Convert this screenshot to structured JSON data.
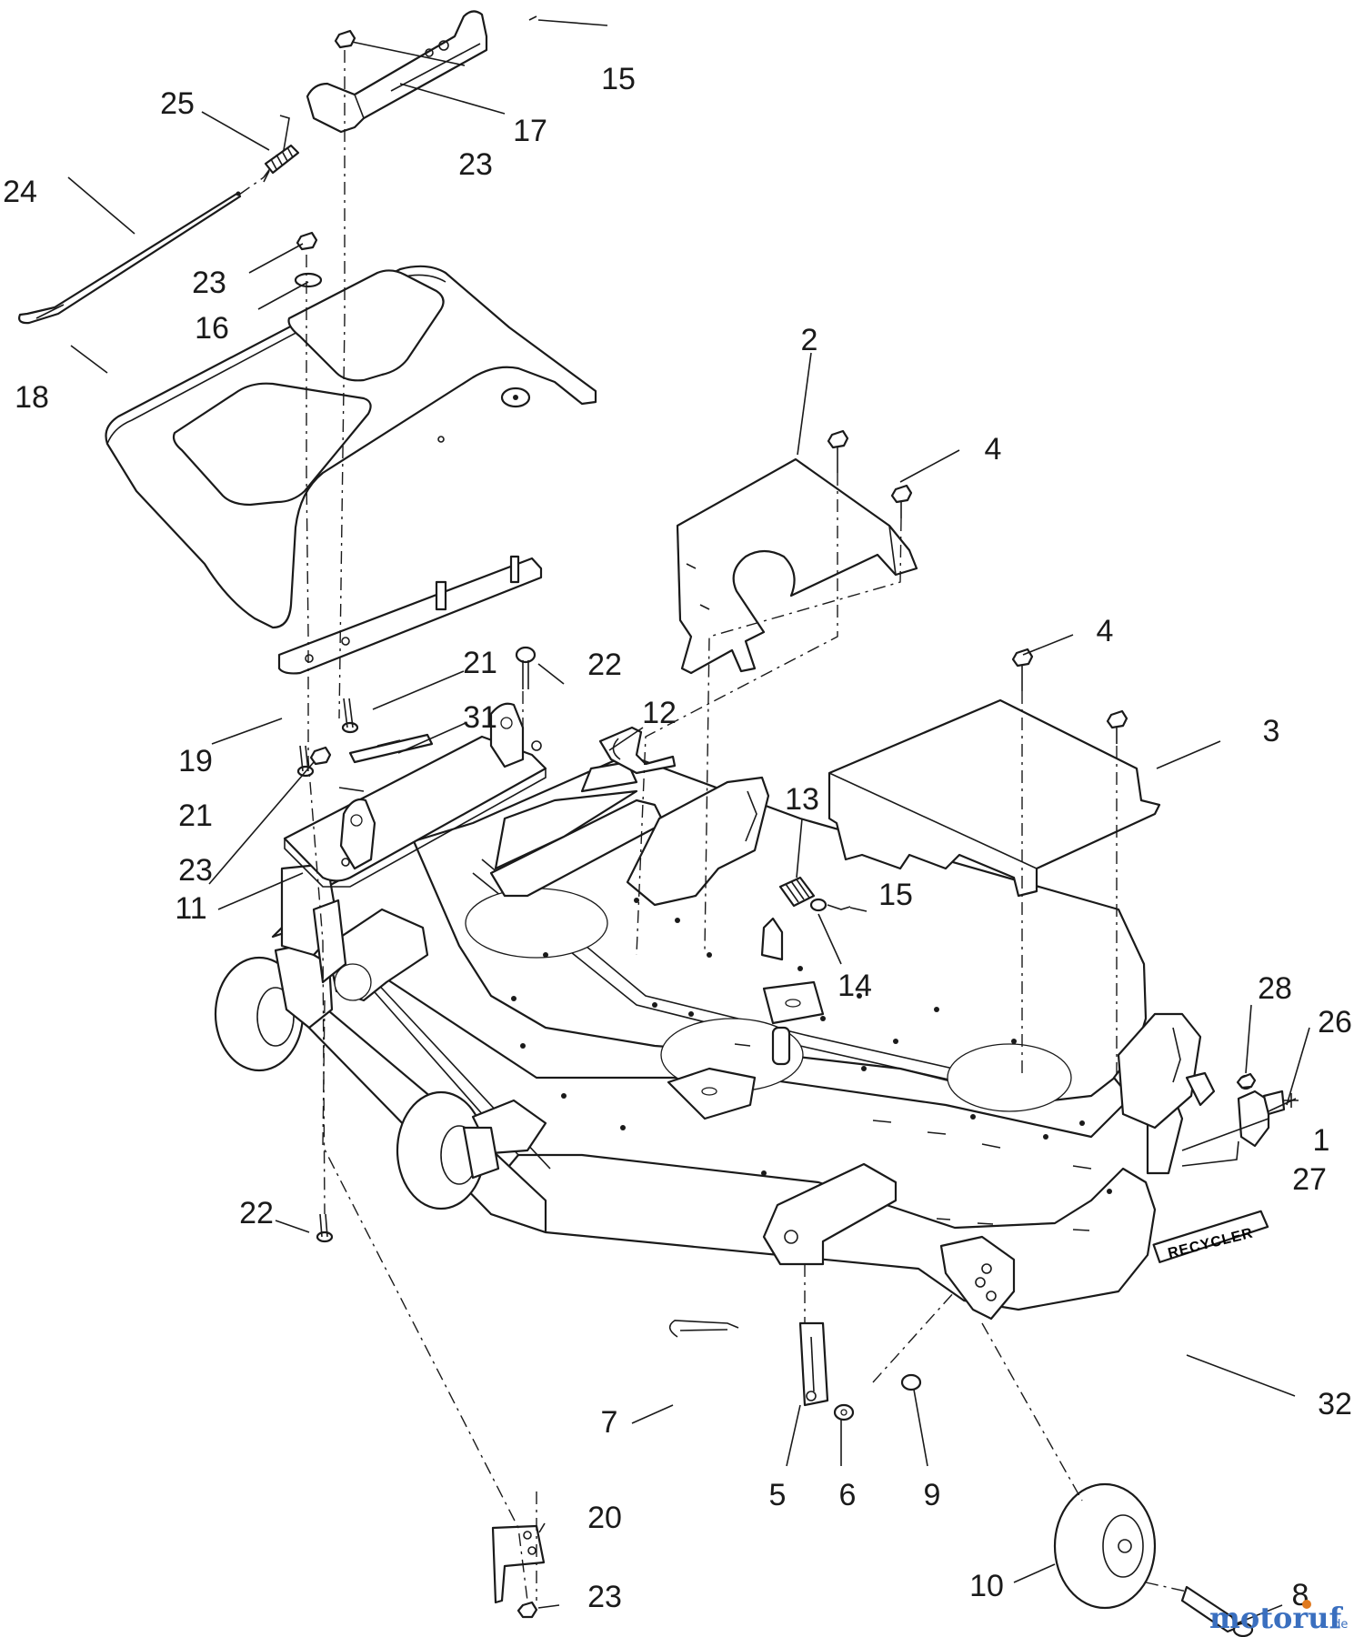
{
  "labels": [
    {
      "id": "1",
      "text": "1"
    },
    {
      "id": "2",
      "text": "2"
    },
    {
      "id": "3",
      "text": "3"
    },
    {
      "id": "4a",
      "text": "4"
    },
    {
      "id": "4b",
      "text": "4"
    },
    {
      "id": "5",
      "text": "5"
    },
    {
      "id": "6",
      "text": "6"
    },
    {
      "id": "7",
      "text": "7"
    },
    {
      "id": "8",
      "text": "8"
    },
    {
      "id": "9",
      "text": "9"
    },
    {
      "id": "10",
      "text": "10"
    },
    {
      "id": "11",
      "text": "11"
    },
    {
      "id": "12",
      "text": "12"
    },
    {
      "id": "13",
      "text": "13"
    },
    {
      "id": "14",
      "text": "14"
    },
    {
      "id": "15a",
      "text": "15"
    },
    {
      "id": "15b",
      "text": "15"
    },
    {
      "id": "16",
      "text": "16"
    },
    {
      "id": "17",
      "text": "17"
    },
    {
      "id": "18",
      "text": "18"
    },
    {
      "id": "19",
      "text": "19"
    },
    {
      "id": "20",
      "text": "20"
    },
    {
      "id": "21a",
      "text": "21"
    },
    {
      "id": "21b",
      "text": "21"
    },
    {
      "id": "22a",
      "text": "22"
    },
    {
      "id": "22b",
      "text": "22"
    },
    {
      "id": "23a",
      "text": "23"
    },
    {
      "id": "23b",
      "text": "23"
    },
    {
      "id": "23c",
      "text": "23"
    },
    {
      "id": "23d",
      "text": "23"
    },
    {
      "id": "24",
      "text": "24"
    },
    {
      "id": "25",
      "text": "25"
    },
    {
      "id": "26",
      "text": "26"
    },
    {
      "id": "27",
      "text": "27"
    },
    {
      "id": "28",
      "text": "28"
    },
    {
      "id": "31",
      "text": "31"
    },
    {
      "id": "32",
      "text": "32"
    }
  ],
  "deck_decal_text": "RECYCLER",
  "watermark": {
    "main": "motoruf",
    "suffix": ".de",
    "main_color": "#3a6fbf",
    "accent_color": "#e07a1f"
  },
  "colors": {
    "line": "#1a1a1a",
    "background": "#ffffff"
  }
}
